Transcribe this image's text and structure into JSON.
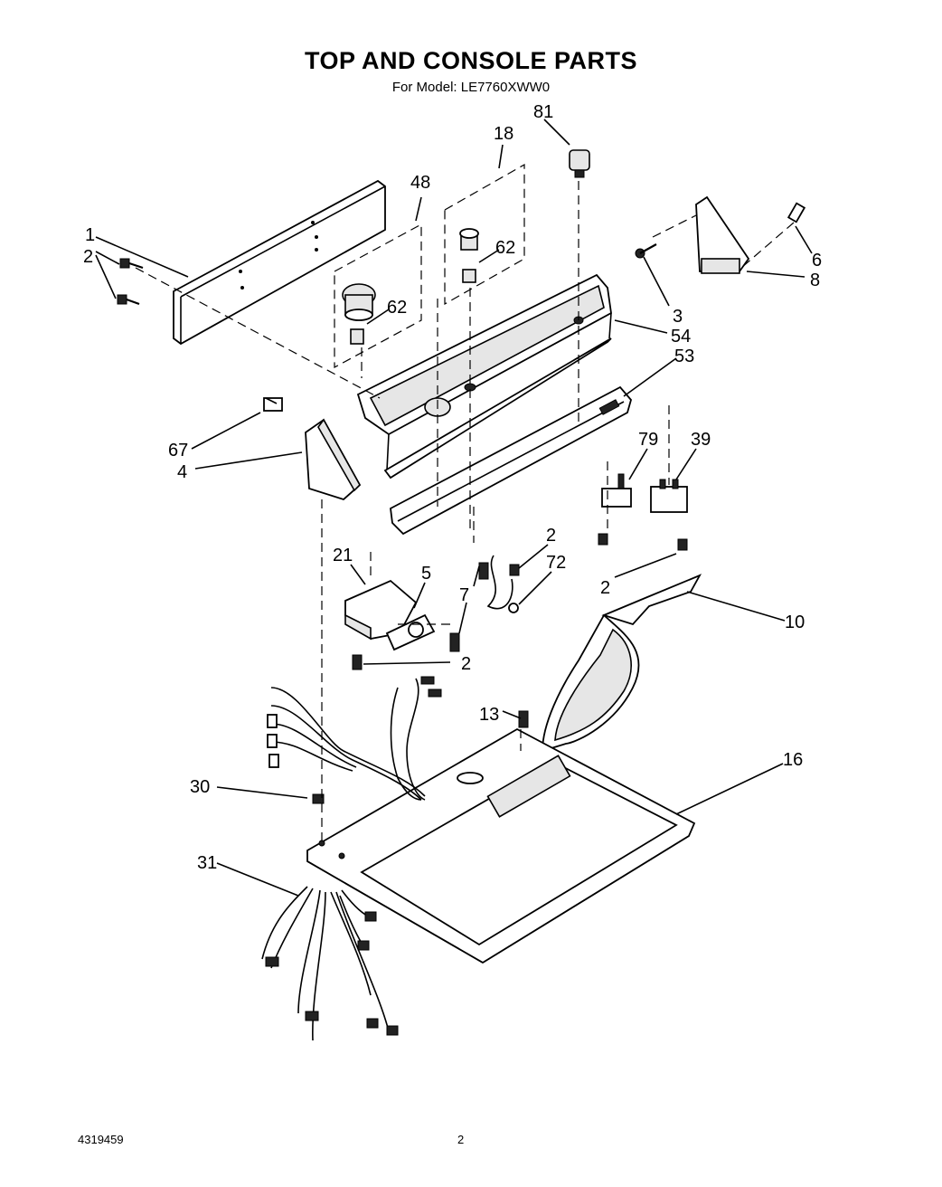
{
  "title": "TOP AND CONSOLE PARTS",
  "subtitle": "For Model: LE7760XWW0",
  "footer": {
    "doc_number": "4319459",
    "page_number": "2"
  },
  "callouts": [
    {
      "id": "c1",
      "label": "1"
    },
    {
      "id": "c2a",
      "label": "2"
    },
    {
      "id": "c48",
      "label": "48"
    },
    {
      "id": "c18",
      "label": "18"
    },
    {
      "id": "c81",
      "label": "81"
    },
    {
      "id": "c62a",
      "label": "62"
    },
    {
      "id": "c62b",
      "label": "62"
    },
    {
      "id": "c6",
      "label": "6"
    },
    {
      "id": "c8",
      "label": "8"
    },
    {
      "id": "c3",
      "label": "3"
    },
    {
      "id": "c54",
      "label": "54"
    },
    {
      "id": "c53",
      "label": "53"
    },
    {
      "id": "c67",
      "label": "67"
    },
    {
      "id": "c4",
      "label": "4"
    },
    {
      "id": "c79",
      "label": "79"
    },
    {
      "id": "c39",
      "label": "39"
    },
    {
      "id": "c21",
      "label": "21"
    },
    {
      "id": "c5",
      "label": "5"
    },
    {
      "id": "c2b",
      "label": "2"
    },
    {
      "id": "c72",
      "label": "72"
    },
    {
      "id": "c7",
      "label": "7"
    },
    {
      "id": "c2c",
      "label": "2"
    },
    {
      "id": "c10",
      "label": "10"
    },
    {
      "id": "c2d",
      "label": "2"
    },
    {
      "id": "c13",
      "label": "13"
    },
    {
      "id": "c16",
      "label": "16"
    },
    {
      "id": "c30",
      "label": "30"
    },
    {
      "id": "c31",
      "label": "31"
    }
  ]
}
